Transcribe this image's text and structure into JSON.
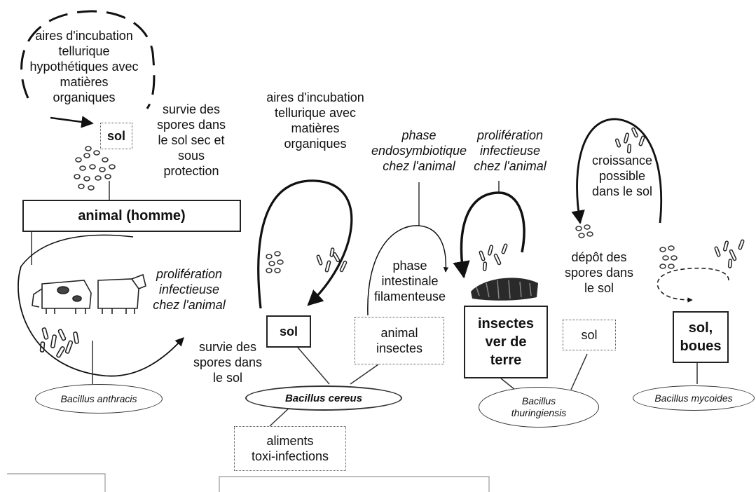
{
  "incubation_hypo": "aires d'incubation\ntellurique\nhypothétiques avec\nmatières\norganiques",
  "sol_top": "sol",
  "survie_sec": "survie des\nspores dans\nle sol sec et\nsous\nprotection",
  "animal_homme": "animal (homme)",
  "prolif_left": "prolifération\ninfectieuse\nchez l'animal",
  "anthracis": "Bacillus anthracis",
  "incubation_bc": "aires d'incubation\ntellurique  avec\nmatières\norganiques",
  "sol_bc": "sol",
  "survie_bc": "survie des\nspores dans\nle sol",
  "cereus": "Bacillus cereus",
  "aliments": "aliments\ntoxi-infections",
  "phase_endo": "phase\nendosymbiotique\nchez l'animal",
  "phase_intest": "phase\nintestinale\nfilamenteuse",
  "animal_insectes": "animal\ninsectes",
  "prolif_bt": "prolifération\ninfectieuse\nchez l'animal",
  "insectes_ver": "insectes\nver de\nterre",
  "sol_bt": "sol",
  "thuringiensis": "Bacillus\nthuringiensis",
  "croissance": "croissance\npossible\ndans le sol",
  "depot": "dépôt des\nspores dans\nle sol",
  "sol_boues": "sol,\nboues",
  "mycoides": "Bacillus mycoides"
}
